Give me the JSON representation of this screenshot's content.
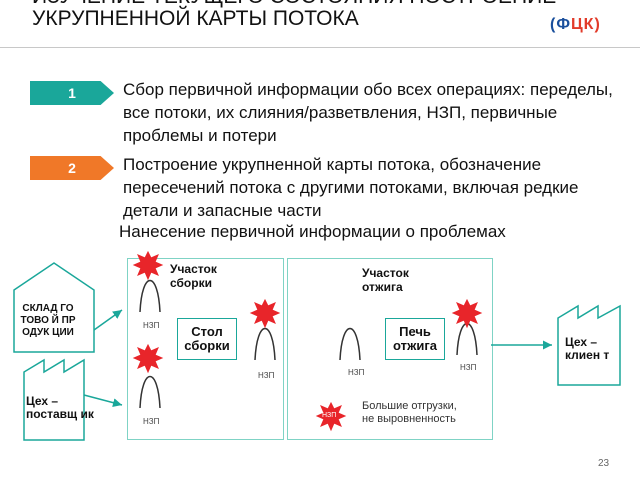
{
  "header": {
    "title": "ИЗУЧЕНИЕ ТЕКУЩЕГО СОСТОЯНИЯ ПОСТРОЕНИЕ УКРУПНЕННОЙ КАРТЫ ПОТОКА",
    "logo_part1": "(Ф",
    "logo_part2": "ЦК)"
  },
  "steps": [
    {
      "number": "1",
      "text": "Сбор первичной информации обо всех операциях: переделы, все потоки, их слияния/разветвления, НЗП, первичные проблемы и потери",
      "color": "#1aa79a"
    },
    {
      "number": "2",
      "text": "Построение укрупненной карты потока, обозначение пересечений потока с другими потоками, включая редкие детали и запасные части",
      "color": "#f07828"
    }
  ],
  "subtitle": "Нанесение первичной информации о проблемах",
  "diagram": {
    "warehouse": "СКЛАД ГОТОВО Й ПРОДУК ЦИИ",
    "supplier": "Цех – поставщ ик",
    "client": "Цех – клиен т",
    "assembly_area": "Участок сборки",
    "assembly_table": "Стол сборки",
    "annealing_area": "Участок отжига",
    "furnace": "Печь отжига",
    "nzp": "НЗП",
    "legend_nzp": "НЗП",
    "legend_text": "Большие отгрузки, не выровненность"
  },
  "page_number": "23"
}
